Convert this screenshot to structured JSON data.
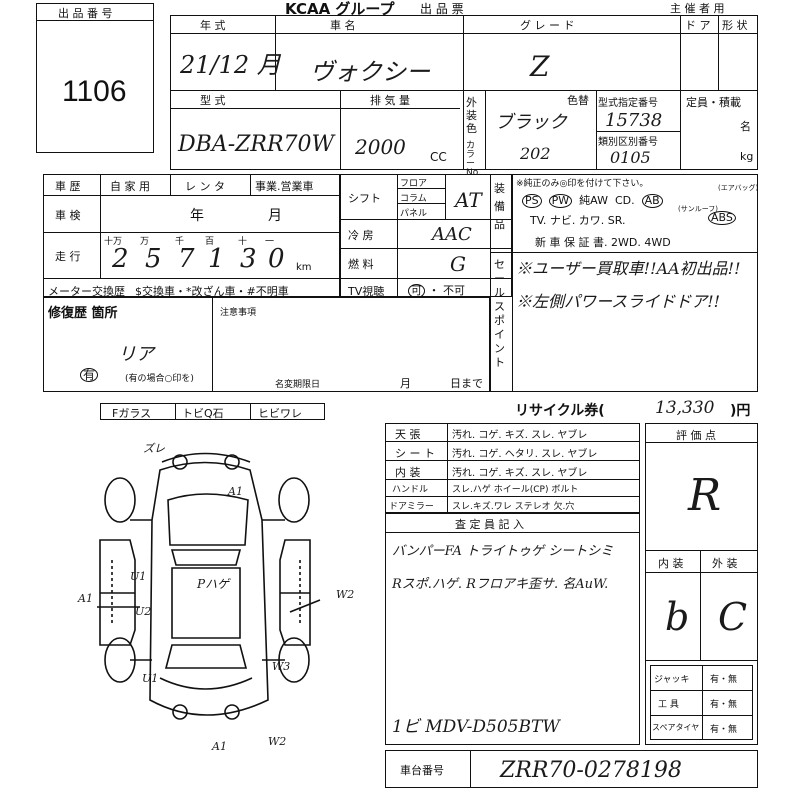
{
  "header": {
    "brand": "KCAA グループ",
    "title": "出 品 票",
    "org": "主 催 者 用"
  },
  "lot": {
    "label": "出 品 番 号",
    "number": "1106"
  },
  "vehicle": {
    "year_label": "年 式",
    "year": "21/12 月",
    "name_label": "車 名",
    "name": "ヴォクシー",
    "grade_label": "グ レ ー ド",
    "grade": "Z",
    "doors_label": "ド ア",
    "shape_label": "形 状",
    "model_label": "型 式",
    "model": "DBA-ZRR70W",
    "displacement_label": "排 気 量",
    "displacement": "2000",
    "cc": "CC",
    "exterior_label": "外装色",
    "exterior_sub": "カラーNo.",
    "color_label": "色替",
    "color": "ブラック",
    "color_no": "202",
    "type_no_label": "型式指定番号",
    "type_no": "15738",
    "class_no_label": "類別区別番号",
    "class_no": "0105",
    "capacity_label": "定員・積載",
    "capacity_unit1": "名",
    "capacity_unit2": "kg"
  },
  "history": {
    "label": "車 歴",
    "opt1": "自 家 用",
    "opt2": "レ ン タ",
    "opt3": "事業.営業車",
    "shaken_label": "車 検",
    "shaken_year": "年",
    "shaken_month": "月",
    "mileage_label": "走 行",
    "mileage_digits": [
      "2",
      "5",
      "7",
      "1",
      "3",
      "0"
    ],
    "mileage_units": [
      "十万",
      "万",
      "千",
      "百",
      "十",
      "一"
    ],
    "km": "km",
    "meter_label": "メーター交換歴",
    "meter_opts": "$交換車・*改ざん車・#不明車"
  },
  "drive": {
    "shift_label": "シフト",
    "floor": "フロア",
    "column": "コラム",
    "panel": "パネル",
    "shift": "AT",
    "ac_label": "冷 房",
    "ac": "AAC",
    "fuel_label": "燃 料",
    "fuel": "G",
    "tv_label": "TV視聴",
    "tv_opt1": "可",
    "tv_opt2": "不可"
  },
  "equipment": {
    "label": "装 備 品",
    "note": "※純正のみ◎印を付けて下さい。",
    "row1": [
      "PS",
      "PW",
      "純AW",
      "CD.",
      "AB"
    ],
    "airbag_note": "(エアバッグ)",
    "row2": "TV. ナビ. カワ. SR.",
    "sunroof_note": "(サンルーフ)",
    "abs": "ABS",
    "row3": "新 車 保 証 書. 2WD. 4WD"
  },
  "sales_point": {
    "label": "セールスポイント",
    "line1": "※ユーザー買取車!!AA初出品!!",
    "line2": "※左側パワースライドドア!!"
  },
  "repair": {
    "label": "修復歴 箇所",
    "value": "リア",
    "marker": "有",
    "note": "(有の場合○印を)",
    "attention_label": "注意事項",
    "name_change": "名変期限日",
    "month": "月",
    "day": "日まで"
  },
  "glass": {
    "items": [
      "Fガラス",
      "トビQ石",
      "ヒビワレ"
    ]
  },
  "recycle": {
    "label": "リサイクル券(",
    "value": "13,330",
    "unit": ")円"
  },
  "interior_table": {
    "rows": [
      {
        "label": "天 張",
        "value": "汚れ. コゲ. キズ. スレ. ヤブレ"
      },
      {
        "label": "シ ー ト",
        "value": "汚れ. コゲ. ヘタリ. スレ. ヤブレ"
      },
      {
        "label": "内 装",
        "value": "汚れ. コゲ. キズ. スレ. ヤブレ"
      },
      {
        "label": "ハンドル",
        "value": "スレ.ハゲ  ホイール(CP)  ボルト"
      },
      {
        "label": "ドアミラー",
        "value": "スレ.キズ.ワレ  ステレオ  欠.穴"
      }
    ]
  },
  "inspector": {
    "label": "査 定 員 記 入",
    "line1": "バンパーFA トライトゥゲ シートシミ",
    "line2": "Rスポ.ハゲ. Rフロアキ歪サ. 名AuW.",
    "line3": "1ビ MDV-D505BTW"
  },
  "evaluation": {
    "label": "評 価 点",
    "score": "R",
    "interior_label": "内 装",
    "exterior_label": "外 装",
    "interior": "b",
    "exterior": "C"
  },
  "tools": [
    {
      "label": "ジャッキ",
      "value": "有・無"
    },
    {
      "label": "工 具",
      "value": "有・無"
    },
    {
      "label": "スペアタイヤ",
      "value": "有・無"
    }
  ],
  "chassis": {
    "label": "車台番号",
    "value": "ZRR70-0278198"
  },
  "diagram_marks": {
    "top": "ズレ",
    "hood": "A1",
    "roof": "Pハゲ",
    "left_u1": "U1",
    "left_u2": "U2",
    "left_a1": "A1",
    "right_w2": "W2",
    "right_w3": "W3",
    "rear_u1": "U1",
    "bottom_a1": "A1",
    "bottom_w2": "W2"
  }
}
